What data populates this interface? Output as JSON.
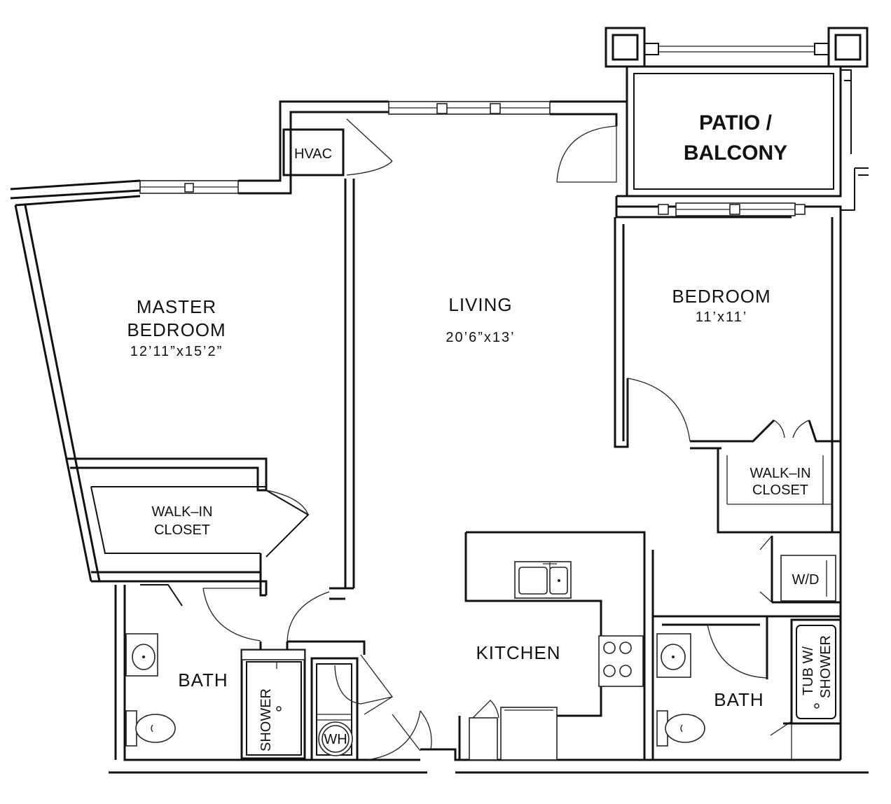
{
  "rooms": {
    "patio_line1": "PATIO /",
    "patio_line2": "BALCONY",
    "hvac": "HVAC",
    "master_line1": "MASTER",
    "master_line2": "BEDROOM",
    "master_dim": "12’11”x15’2”",
    "living": "LIVING",
    "living_dim": "20’6”x13’",
    "bedroom": "BEDROOM",
    "bedroom_dim": "11’x11’",
    "walkin_right_line1": "WALK–IN",
    "walkin_right_line2": "CLOSET",
    "walkin_left_line1": "WALK–IN",
    "walkin_left_line2": "CLOSET",
    "wd": "W/D",
    "kitchen": "KITCHEN",
    "bath_left": "BATH",
    "bath_right": "BATH",
    "shower": "SHOWER",
    "wh": "WH",
    "tub_line1": "TUB W/",
    "tub_line2": "SHOWER"
  }
}
